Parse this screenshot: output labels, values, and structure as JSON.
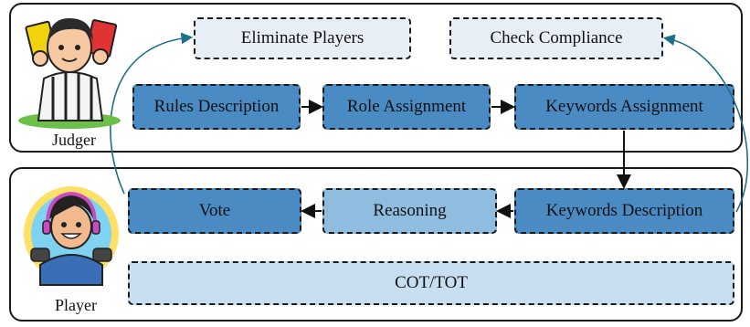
{
  "judger": {
    "label": "Judger",
    "top_row": [
      "Eliminate Players",
      "Check Compliance"
    ],
    "steps": [
      "Rules Description",
      "Role Assignment",
      "Keywords Assignment"
    ]
  },
  "player": {
    "label": "Player",
    "steps": [
      "Vote",
      "Reasoning",
      "Keywords Description"
    ],
    "method": "COT/TOT"
  },
  "colors": {
    "dark_box": "#4a8bc4",
    "mid_box": "#8fbde0",
    "light_box": "#e8eef6",
    "pale_box": "#c7dff1",
    "feedback_arrow": "#1f6f8b"
  },
  "icons": [
    "referee-avatar-icon",
    "gamer-avatar-icon"
  ]
}
